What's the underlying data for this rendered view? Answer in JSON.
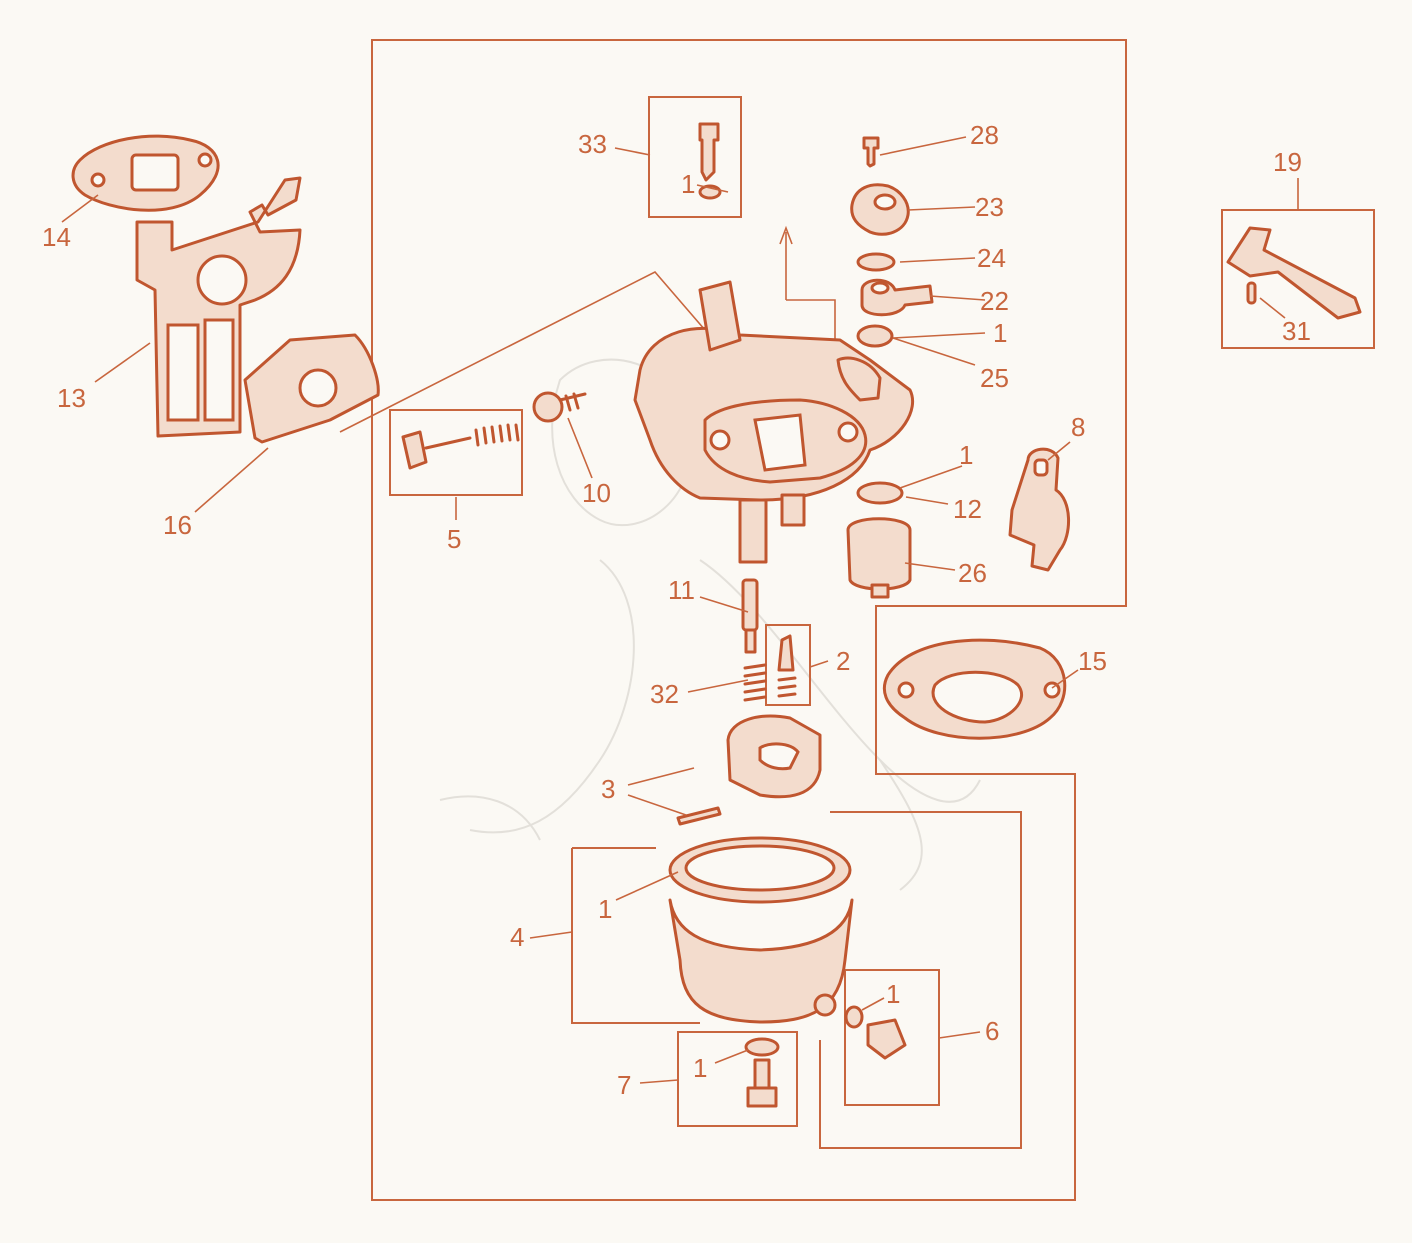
{
  "colors": {
    "line": "#c8663e",
    "part": "#c0562f",
    "background": "#fbf9f4"
  },
  "labels": {
    "l14": "14",
    "l13": "13",
    "l16": "16",
    "l33": "33",
    "l33_1": "1",
    "l28": "28",
    "l23": "23",
    "l24": "24",
    "l22": "22",
    "l25_1": "1",
    "l25": "25",
    "l19": "19",
    "l31": "31",
    "l10": "10",
    "l5": "5",
    "l8": "8",
    "l12_1": "1",
    "l12": "12",
    "l26": "26",
    "l11": "11",
    "l2": "2",
    "l32": "32",
    "l15": "15",
    "l3": "3",
    "l4_1": "1",
    "l4": "4",
    "l6_1": "1",
    "l6": "6",
    "l7_1": "1",
    "l7": "7"
  }
}
